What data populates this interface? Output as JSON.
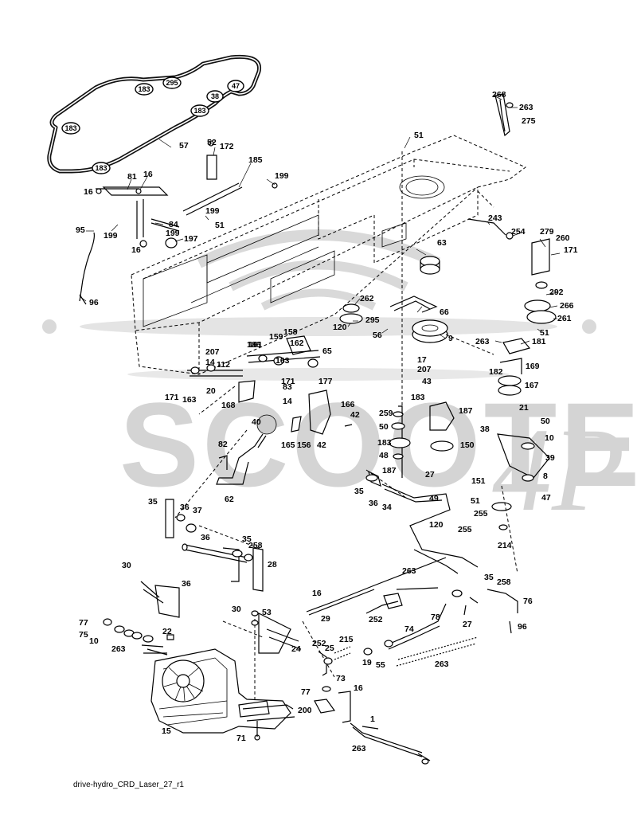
{
  "watermark": {
    "brand": "SCOOTER",
    "script": "4P"
  },
  "belt_pulley_badges": [
    "183",
    "295",
    "47",
    "38",
    "183",
    "183",
    "183"
  ],
  "callouts": [
    "268",
    "263",
    "275",
    "51",
    "52",
    "172",
    "185",
    "199",
    "57",
    "16",
    "81",
    "16",
    "199",
    "51",
    "84",
    "199",
    "197",
    "95",
    "199",
    "16",
    "96",
    "243",
    "254",
    "279",
    "260",
    "171",
    "63",
    "262",
    "292",
    "266",
    "66",
    "295",
    "261",
    "120",
    "56",
    "51",
    "9",
    "263",
    "181",
    "207",
    "161",
    "159",
    "158",
    "162",
    "65",
    "17",
    "207",
    "186",
    "14",
    "112",
    "163",
    "20",
    "43",
    "182",
    "169",
    "171",
    "163",
    "171",
    "14",
    "83",
    "177",
    "183",
    "167",
    "168",
    "166",
    "42",
    "259",
    "187",
    "21",
    "40",
    "50",
    "50",
    "38",
    "183",
    "150",
    "10",
    "82",
    "165",
    "156",
    "42",
    "48",
    "39",
    "187",
    "27",
    "151",
    "8",
    "62",
    "35",
    "36",
    "34",
    "49",
    "51",
    "47",
    "255",
    "35",
    "36",
    "37",
    "120",
    "214",
    "36",
    "35",
    "258",
    "255",
    "28",
    "263",
    "30",
    "36",
    "35",
    "258",
    "16",
    "30",
    "53",
    "76",
    "77",
    "22",
    "29",
    "252",
    "78",
    "75",
    "10",
    "27",
    "96",
    "252",
    "25",
    "215",
    "74",
    "263",
    "24",
    "19",
    "55",
    "263",
    "73",
    "16",
    "77",
    "200",
    "1",
    "15",
    "71",
    "263"
  ],
  "caption": "drive-hydro_CRD_Laser_27_r1"
}
